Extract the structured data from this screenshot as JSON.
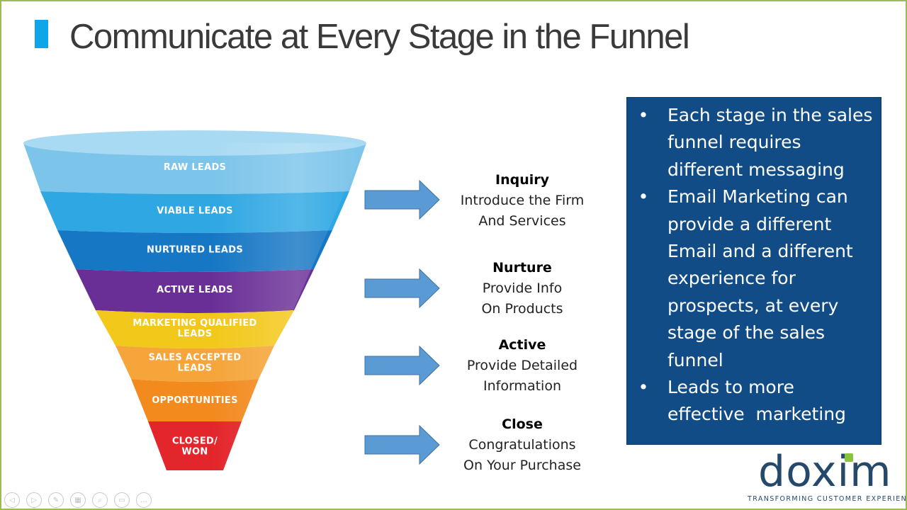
{
  "slide": {
    "title": "Communicate at Every Stage in the Funnel",
    "accent_color": "#0ea5e9",
    "border_color": "#9bbb59"
  },
  "funnel": {
    "stages": [
      {
        "label": "RAW LEADS",
        "color": "#7cc4ea"
      },
      {
        "label": "VIABLE LEADS",
        "color": "#2ea7e3"
      },
      {
        "label": "NURTURED LEADS",
        "color": "#1677c4"
      },
      {
        "label": "ACTIVE LEADS",
        "color": "#6a2f97"
      },
      {
        "label": "MARKETING QUALIFIED",
        "label2": "LEADS",
        "color": "#f2c81a"
      },
      {
        "label": "SALES ACCEPTED",
        "label2": "LEADS",
        "color": "#f5a53a"
      },
      {
        "label": "OPPORTUNITIES",
        "color": "#f28a1e"
      },
      {
        "label": "CLOSED/",
        "label2": "WON",
        "color": "#e3262b"
      }
    ]
  },
  "stage_messages": [
    {
      "heading": "Inquiry",
      "line1": "Introduce the Firm",
      "line2": "And Services"
    },
    {
      "heading": "Nurture",
      "line1": "Provide Info",
      "line2": "On Products"
    },
    {
      "heading": "Active",
      "line1": "Provide Detailed",
      "line2": "Information"
    },
    {
      "heading": "Close",
      "line1": "Congratulations",
      "line2": "On Your Purchase"
    }
  ],
  "info_box": {
    "background": "#124c86",
    "bullets": [
      "Each stage in the sales funnel requires different messaging",
      "Email Marketing can provide a different Email and a different experience for prospects, at every stage of the sales funnel",
      "Leads to more effective  marketing"
    ],
    "bullet_symbol": "•"
  },
  "logo": {
    "word": "doxim",
    "tagline": "TRANSFORMING CUSTOMER EXPERIENCE",
    "color": "#24496a",
    "dot_color": "#8ac43f"
  },
  "player_controls": [
    {
      "name": "previous-icon",
      "glyph": "◁"
    },
    {
      "name": "next-icon",
      "glyph": "▷"
    },
    {
      "name": "pen-icon",
      "glyph": "✎"
    },
    {
      "name": "slides-icon",
      "glyph": "▦"
    },
    {
      "name": "zoom-icon",
      "glyph": "⌕"
    },
    {
      "name": "subtitles-icon",
      "glyph": "▭"
    },
    {
      "name": "more-icon",
      "glyph": "…"
    }
  ]
}
